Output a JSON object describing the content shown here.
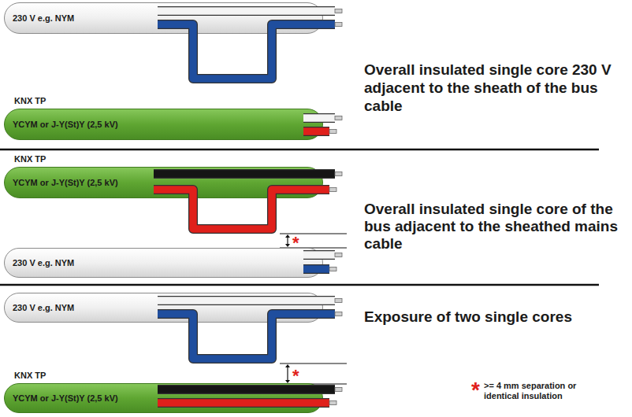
{
  "diagram": {
    "nodes": [
      {
        "text": [
          "230 V e.g. NYM"
        ]
      },
      {
        "text": [
          "KNX TP",
          "YCYM or J-Y(St)Y (2,5 kV)"
        ]
      },
      {
        "text": [
          "KNX TP",
          "YCYM or J-Y(St)Y (2,5 kV)"
        ]
      },
      {
        "text": [
          "230 V e.g. NYM"
        ]
      },
      {
        "text": [
          "230 V e.g. NYM"
        ]
      },
      {
        "text": [
          "KNX TP",
          "YCYM or J-Y(St)Y (2,5 kV)"
        ]
      }
    ],
    "labels": [
      "Overall insulated single core 230 V adjacent to the sheath of the bus cable",
      "Overall insulated single core of the bus adjacent to the sheathed mains cable",
      "*",
      "Exposure of two single cores",
      "*",
      "*",
      ">= 4 mm separation or identical insulation"
    ]
  }
}
